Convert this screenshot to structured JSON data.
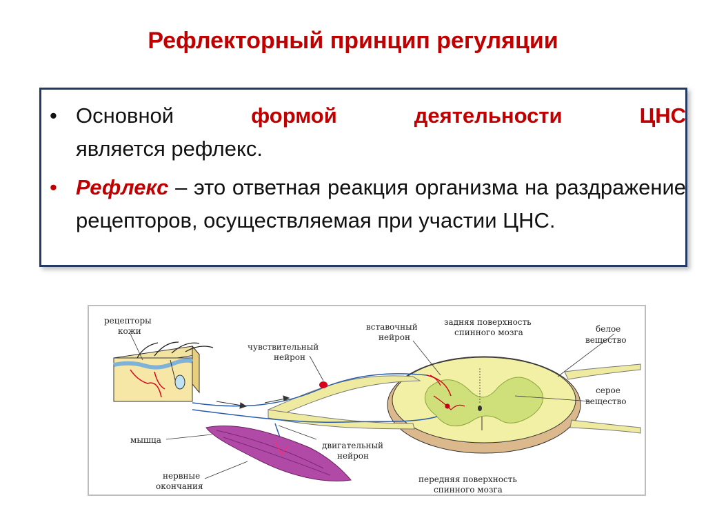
{
  "slide": {
    "title": "Рефлекторный принцип регуляции",
    "bullet1": {
      "w1": "Основной",
      "w2": "формой",
      "w3": "деятельности",
      "w4": "ЦНС",
      "rest": "является рефлекс."
    },
    "bullet2": {
      "term": "Рефлекс",
      "definition": " – это ответная реакция организма на раздражение рецепторов, осуществляемая при участии ЦНС."
    },
    "bullet_char": "•",
    "accent_color": "#c00000",
    "border_color": "#233a62"
  },
  "figure": {
    "labels": {
      "receptors_1": "рецепторы",
      "receptors_2": "кожи",
      "sensory_1": "чувствительный",
      "sensory_2": "нейрон",
      "inter_1": "вставочный",
      "inter_2": "нейрон",
      "dorsal_1": "задняя поверхность",
      "dorsal_2": "спинного мозга",
      "white_1": "белое",
      "white_2": "вещество",
      "gray_1": "серое",
      "gray_2": "вещество",
      "muscle": "мышца",
      "motor_1": "двигательный",
      "motor_2": "нейрон",
      "endings_1": "нервные",
      "endings_2": "окончания",
      "ventral_1": "передняя поверхность",
      "ventral_2": "спинного мозга"
    }
  }
}
